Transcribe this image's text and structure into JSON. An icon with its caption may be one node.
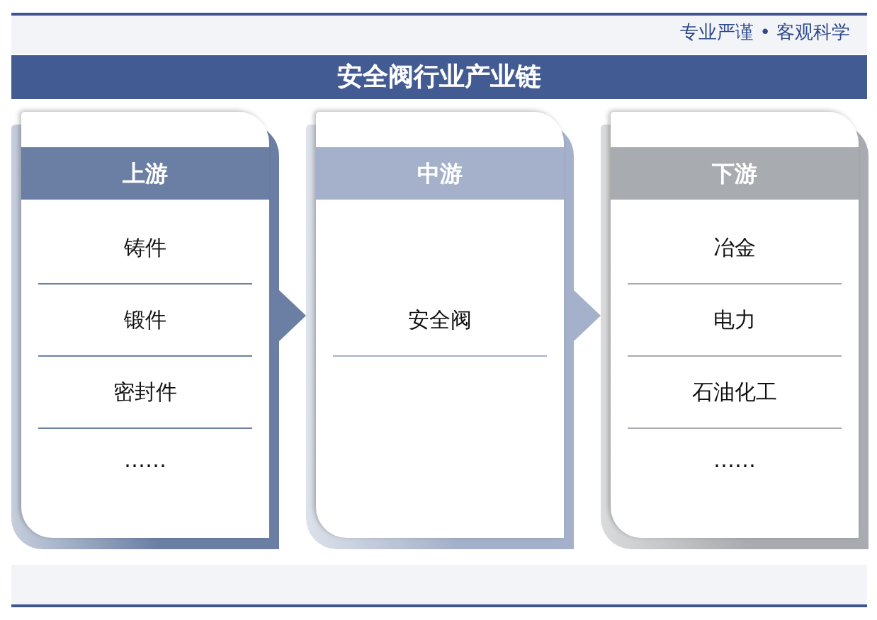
{
  "diagram": {
    "title": "安全阀行业产业链",
    "nodes": [
      {
        "text": [
          "上游",
          "铸件",
          "锻件",
          "密封件",
          "……"
        ]
      },
      {
        "text": [
          "中游",
          "安全阀"
        ]
      },
      {
        "text": [
          "下游",
          "冶金",
          "电力",
          "石油化工",
          "……"
        ]
      }
    ],
    "edges": [
      {
        "from": 0,
        "to": 1,
        "arrow": "to",
        "color": "#6a7fa3"
      },
      {
        "from": 1,
        "to": 2,
        "arrow": "to",
        "color": "#a5b1ca"
      }
    ],
    "labels": [
      "专业严谨 • 客观科学"
    ]
  }
}
